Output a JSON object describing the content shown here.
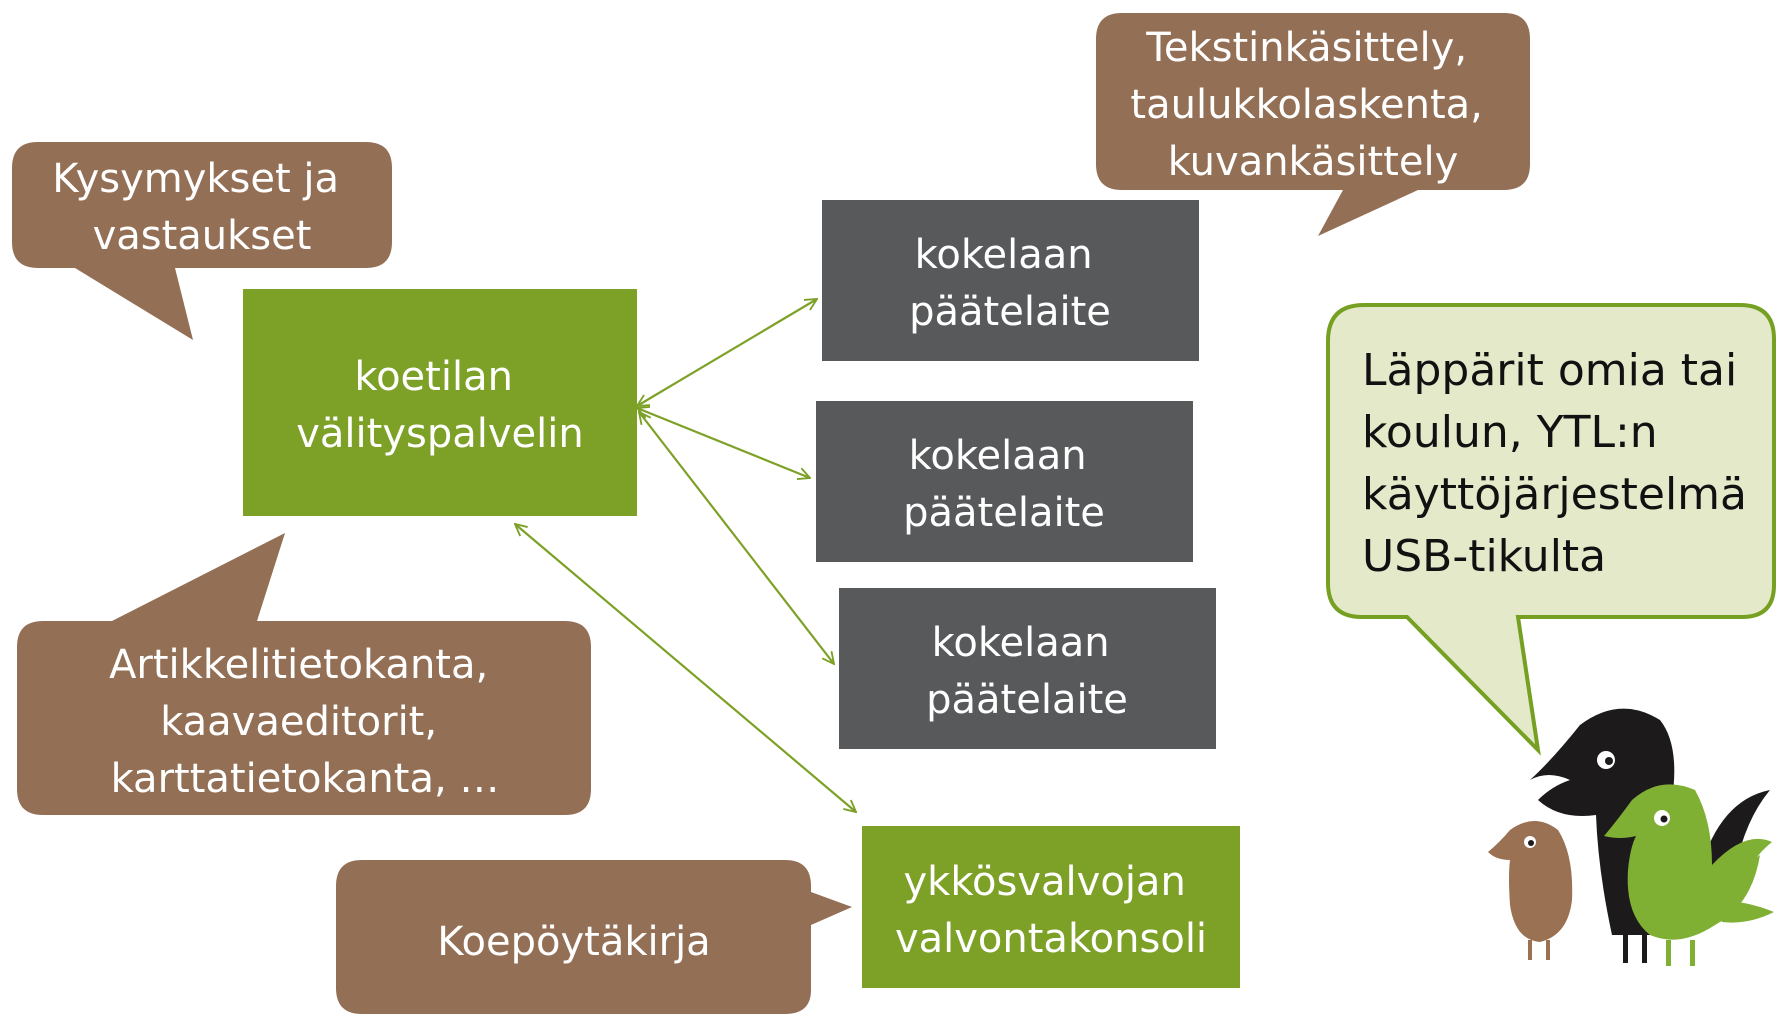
{
  "colors": {
    "bubble_brown": "#936f55",
    "server_green": "#7da127",
    "terminal_gray": "#58595b",
    "note_bubble_fill": "#e3e9c9",
    "note_bubble_border": "#76a021",
    "connector": "#7da127",
    "bird_black": "#1c1a1b",
    "bird_green": "#7fb034",
    "bird_brown": "#9a7153"
  },
  "nodes": {
    "server": [
      "koetilan",
      "välityspalvelin"
    ],
    "terminal_1": [
      "kokelaan",
      "päätelaite"
    ],
    "terminal_2": [
      "kokelaan",
      "päätelaite"
    ],
    "terminal_3": [
      "kokelaan",
      "päätelaite"
    ],
    "console": [
      "ykkösvalvojan",
      "valvontakonsoli"
    ]
  },
  "bubbles": {
    "questions": [
      "Kysymykset ja",
      "vastaukset"
    ],
    "office": [
      "Tekstinkäsittely,",
      "taulukkolaskenta,",
      "kuvankäsittely"
    ],
    "resources": [
      "Artikkelitietokanta,",
      "kaavaeditorit,",
      "karttatietokanta, …"
    ],
    "minutes": [
      "Koepöytäkirja"
    ],
    "laptops": [
      "Läppärit omia tai",
      "koulun, YTL:n",
      "käyttöjärjestelmä",
      "USB-tikulta"
    ]
  },
  "icons": {
    "connector_arrows": "double-headed-arrow",
    "mascot": "three-birds-illustration"
  }
}
